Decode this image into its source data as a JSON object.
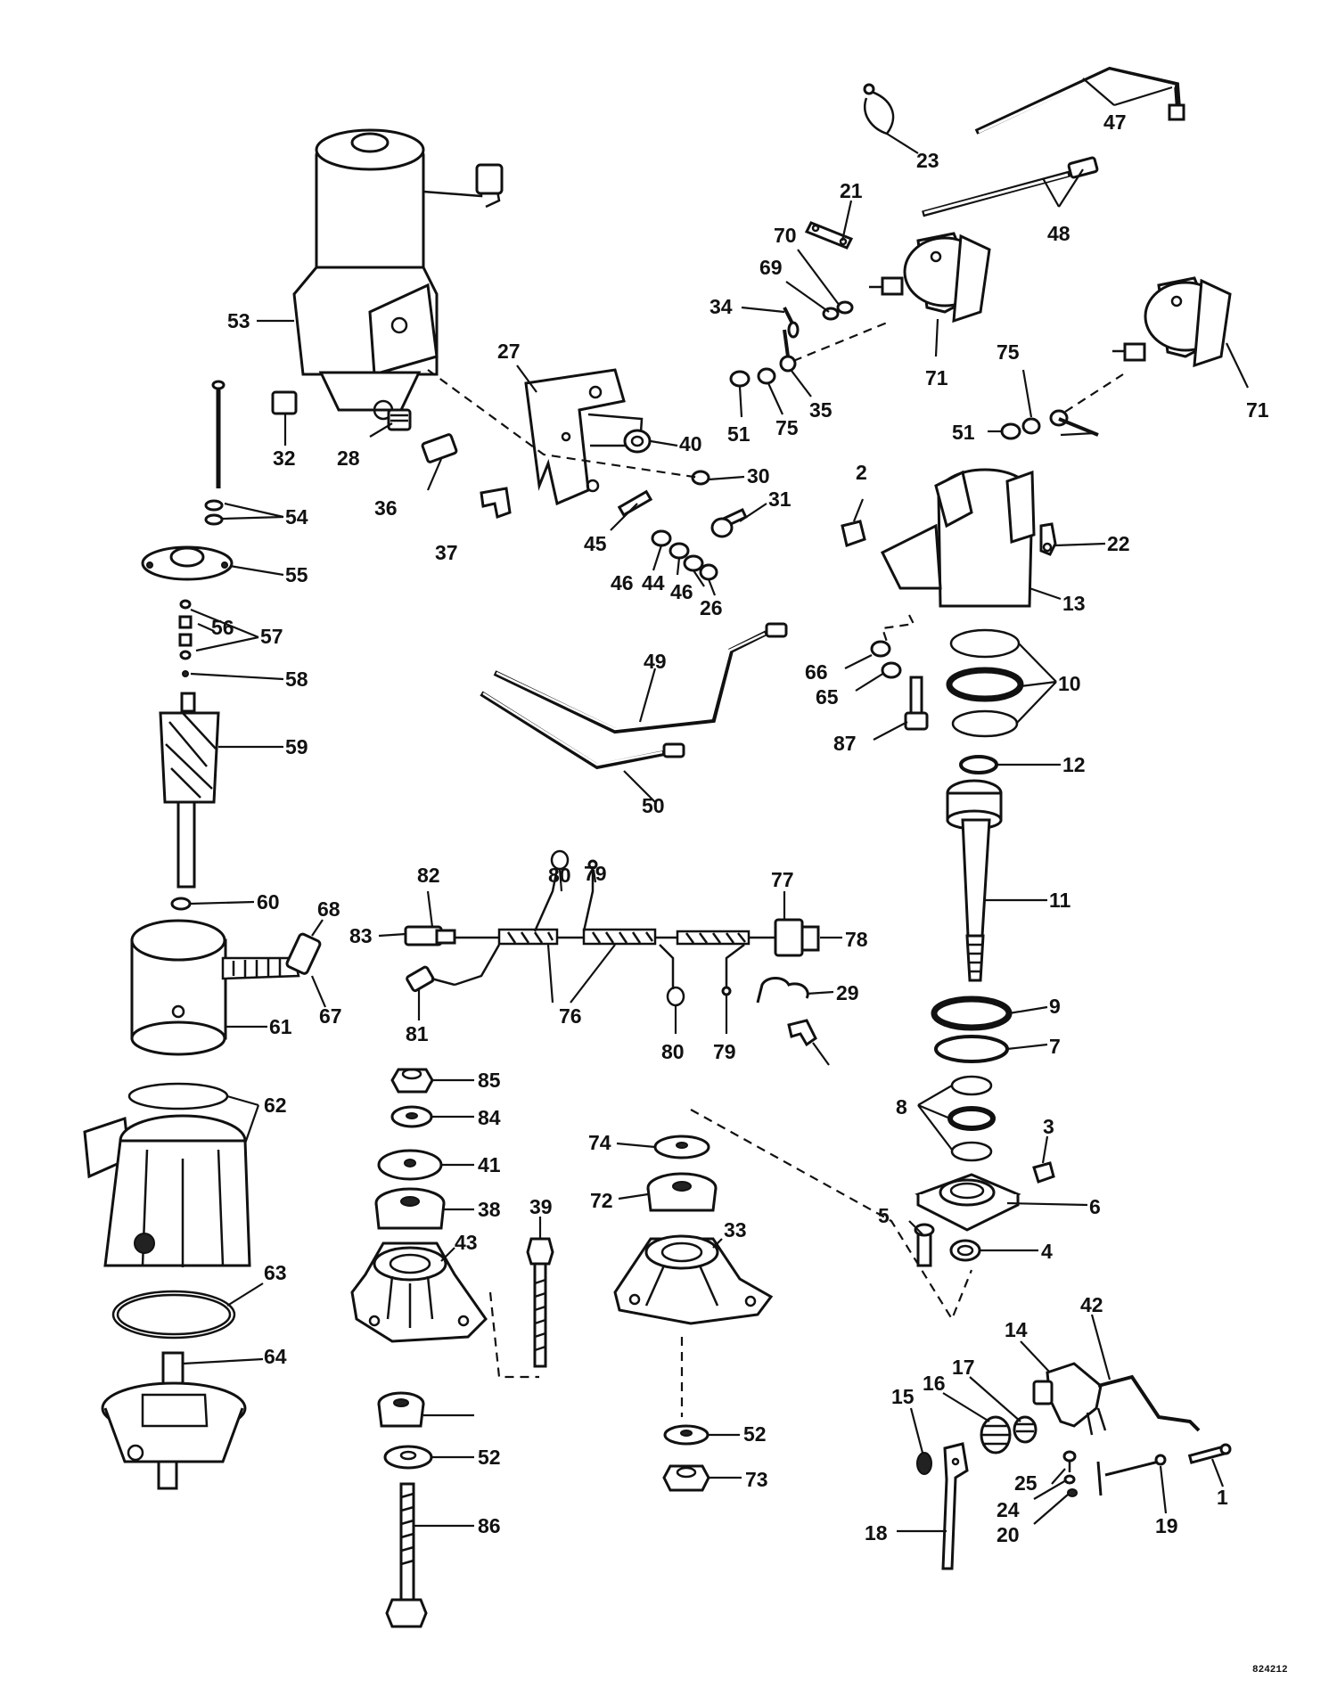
{
  "reference_code": "824212",
  "parts": [
    {
      "id": "starter-motor",
      "label": "53"
    },
    {
      "id": "brush-plate",
      "label": "55"
    },
    {
      "id": "armature",
      "label": "59"
    },
    {
      "id": "field-frame",
      "label": "61"
    },
    {
      "id": "pump-housing",
      "label": "62"
    },
    {
      "id": "o-ring-lower",
      "label": "63"
    },
    {
      "id": "pump-base",
      "label": "64"
    },
    {
      "id": "cylinder-cover",
      "label": "13"
    },
    {
      "id": "piston-rod",
      "label": "11"
    },
    {
      "id": "lower-bracket",
      "label": "6"
    },
    {
      "id": "mount-43",
      "label": "43"
    },
    {
      "id": "mount-33",
      "label": "33"
    },
    {
      "id": "solenoid-1",
      "label": "71"
    },
    {
      "id": "solenoid-2",
      "label": "71"
    },
    {
      "id": "bracket-27",
      "label": "27"
    },
    {
      "id": "switch-14",
      "label": "14"
    },
    {
      "id": "wiring-harness",
      "label": "76"
    }
  ],
  "callouts": [
    "1",
    "2",
    "3",
    "4",
    "5",
    "6",
    "7",
    "8",
    "9",
    "10",
    "11",
    "12",
    "13",
    "14",
    "15",
    "16",
    "17",
    "18",
    "19",
    "20",
    "21",
    "22",
    "23",
    "24",
    "25",
    "26",
    "27",
    "28",
    "29",
    "30",
    "31",
    "32",
    "33",
    "34",
    "35",
    "36",
    "37",
    "38",
    "39",
    "40",
    "41",
    "42",
    "43",
    "44",
    "45",
    "46",
    "47",
    "48",
    "49",
    "50",
    "51",
    "52",
    "53",
    "54",
    "55",
    "56",
    "57",
    "58",
    "59",
    "60",
    "61",
    "62",
    "63",
    "64",
    "65",
    "66",
    "67",
    "68",
    "69",
    "70",
    "71",
    "72",
    "73",
    "74",
    "75",
    "76",
    "77",
    "78",
    "79",
    "80",
    "81",
    "82",
    "83",
    "84",
    "85",
    "86",
    "87"
  ]
}
